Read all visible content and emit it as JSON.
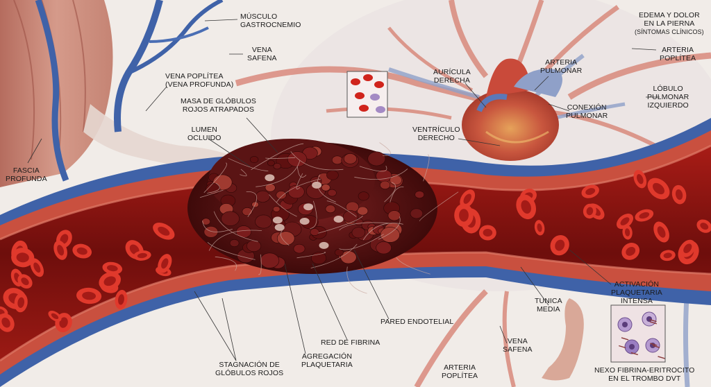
{
  "labels": {
    "musculo_gastrocnemio": [
      "MÚSCULO",
      "GASTROCNEMIO"
    ],
    "vena_safena_top": [
      "VENA",
      "SAFENA"
    ],
    "vena_poplitea": [
      "VENA POPLÍTEA",
      "(VENA PROFUNDA)"
    ],
    "masa_globulos": [
      "MASA DE GLÓBULOS",
      "ROJOS ATRAPADOS"
    ],
    "lumen_ocluido": [
      "LUMEN",
      "OCLUIDO"
    ],
    "fascia_profunda": [
      "FASCIA",
      "PROFUNDA"
    ],
    "auricula_derecha": [
      "AURÍCULA",
      "DERECHA"
    ],
    "arteria_pulmonar": [
      "ARTERIA",
      "PULMONAR"
    ],
    "conexion_pulmonar": [
      "CONEXIÓN",
      "PULMONAR"
    ],
    "ventriculo_derecho": [
      "VENTRÍCULO",
      "DERECHO"
    ],
    "edema": [
      "EDEMA Y DOLOR",
      "EN LA PIERNA"
    ],
    "edema_sub": "(SÍNTOMAS CLÍNICOS)",
    "arteria_poplitea_top": [
      "ARTERIA",
      "POPLÍTEA"
    ],
    "lobulo": [
      "LÓBULO",
      "PULMONAR",
      "IZQUIERDO"
    ],
    "activacion": [
      "ACTIVACIÓN",
      "PLAQUETARIA",
      "INTENSA"
    ],
    "tunica_media": [
      "TUNICA",
      "MEDIA"
    ],
    "pared_endotelial": "PARED ENDOTELIAL",
    "red_fibrina": "RED DE FIBRINA",
    "agregacion": [
      "AGREGACIÓN",
      "PLAQUETARIA"
    ],
    "stagnacion": [
      "STAGNACIÓN DE",
      "GLÓBULOS ROJOS"
    ],
    "vena_safena_bottom": [
      "VENA",
      "SAFENA"
    ],
    "arteria_poplitea_bottom": [
      "ARTERIA",
      "POPLÍTEA"
    ],
    "nexo": [
      "NEXO FIBRINA-ERITROCITO",
      "EN EL TROMBO DVT"
    ]
  },
  "colors": {
    "vein_blue": "#3f62a8",
    "vessel_wall": "#c9503f",
    "lumen_red": "#8e1414",
    "rbc": "#d0241c",
    "clot": "#5a1212",
    "artery_pale": "#d98a7c",
    "background": "#f1ece8"
  }
}
